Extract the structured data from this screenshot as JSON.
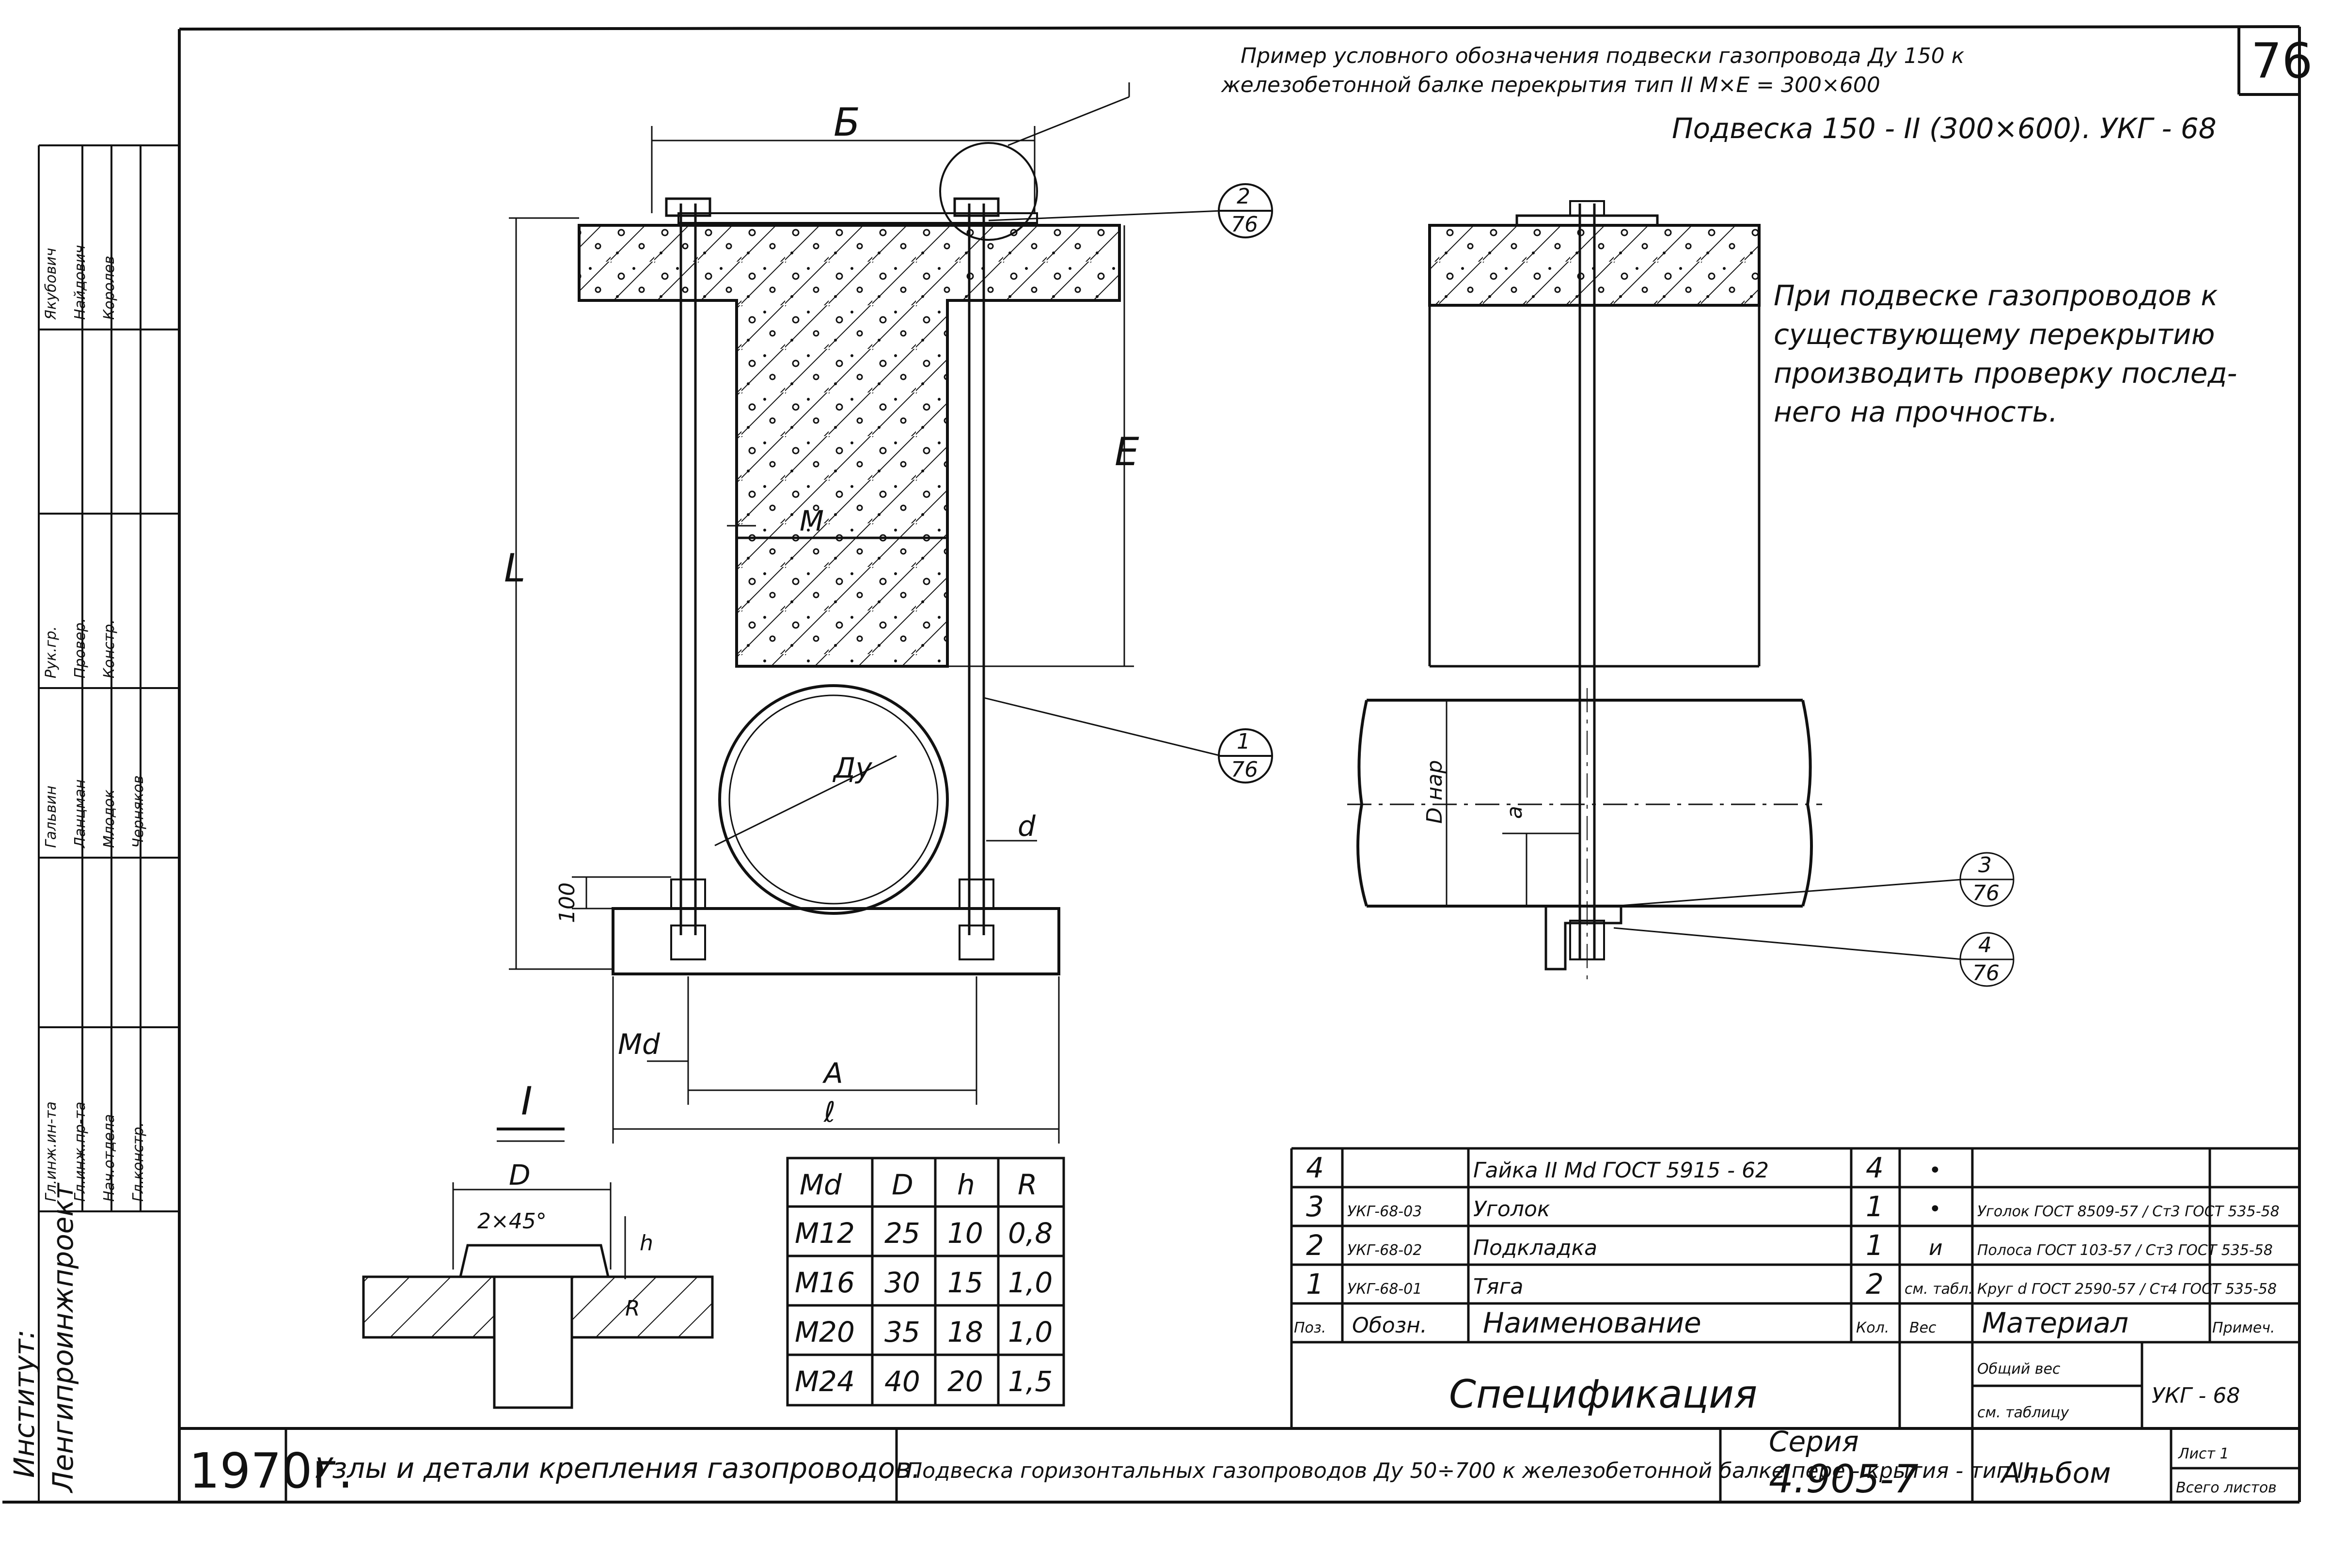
{
  "sheet": {
    "sheet_number": "76",
    "example_title_line1": "Пример условного обозначения подвески газопровода Ду 150 к",
    "example_title_line2": "железобетонной балке перекрытия тип II  М×Е = 300×600",
    "example_designation": "Подвеска 150 - II (300×600). УКГ - 68",
    "note_line1": "При подвеске газопроводов к",
    "note_line2": "существующему перекрытию",
    "note_line3": "производить проверку послед-",
    "note_line4": "него на прочность."
  },
  "main_view": {
    "dim_B": "Б",
    "dim_L": "L",
    "dim_E": "Е",
    "label_M": "М",
    "label_Dy": "Ду",
    "label_d": "d",
    "dim_100": "100",
    "dim_Md": "Md",
    "dim_A": "А",
    "dim_l": "ℓ",
    "section_mark": "I",
    "callout_top": {
      "num": "2",
      "sheet": "76"
    },
    "callout_rod": {
      "num": "1",
      "sheet": "76"
    }
  },
  "side_view": {
    "label_D": "D нар",
    "label_a": "а",
    "callout_3": {
      "num": "3",
      "sheet": "76"
    },
    "callout_4": {
      "num": "4",
      "sheet": "76"
    }
  },
  "detail_I": {
    "title": "I",
    "label_D": "D",
    "chamfer": "2×45°",
    "label_h": "h",
    "label_R": "R"
  },
  "size_table": {
    "headers": [
      "Md",
      "D",
      "h",
      "R"
    ],
    "rows": [
      [
        "M12",
        "25",
        "10",
        "0,8"
      ],
      [
        "M16",
        "30",
        "15",
        "1,0"
      ],
      [
        "M20",
        "35",
        "18",
        "1,0"
      ],
      [
        "M24",
        "40",
        "20",
        "1,5"
      ]
    ]
  },
  "spec_table": {
    "rows": [
      {
        "pos": "4",
        "code": "",
        "name": "Гайка II Md ГОСТ 5915 - 62",
        "qty": "4",
        "mass": "•",
        "material": ""
      },
      {
        "pos": "3",
        "code": "УКГ-68-03",
        "name": "Уголок",
        "qty": "1",
        "mass": "•",
        "material": "Уголок ГОСТ 8509-57 / Ст3 ГОСТ 535-58"
      },
      {
        "pos": "2",
        "code": "УКГ-68-02",
        "name": "Подкладка",
        "qty": "1",
        "mass": "и",
        "material": "Полоса ГОСТ 103-57 / Ст3 ГОСТ 535-58"
      },
      {
        "pos": "1",
        "code": "УКГ-68-01",
        "name": "Тяга",
        "qty": "2",
        "mass": "см. табл.",
        "material": "Круг d ГОСТ 2590-57 / Ст4 ГОСТ 535-58"
      }
    ],
    "header": {
      "pos": "Поз.",
      "code": "Обозн.",
      "name": "Наименование",
      "qty": "Кол.",
      "mass": "Вес",
      "material": "Материал",
      "note": "Примеч."
    },
    "title": "Спецификация",
    "total_weight_1": "Общий вес",
    "total_weight_2": "см. таблицу",
    "doc_code": "УКГ - 68"
  },
  "title_block": {
    "year": "1970г.",
    "section": "Узлы и детали крепления газопроводов.",
    "title": "Подвеска горизонтальных газопроводов Ду 50÷700 к железобетонной балке пере - крытия - тип II.",
    "series_label": "Серия",
    "series": "4.905-7",
    "album": "Альбом",
    "sheet_label": "Лист 1",
    "total_label": "Всего листов"
  },
  "stamp": {
    "institute_1": "Институт:",
    "institute_2": "Ленгипроинжпроект",
    "roles": [
      "Гл.инж.ин-та",
      "Гл.инж.пр-та",
      "Нач.отдела",
      "Гл.констр.",
      "Рук.гр.",
      "Провер.",
      "Констр."
    ],
    "names": [
      "Гальвин",
      "Ланцман",
      "Млодок",
      "Черняков",
      "Якубович",
      "Найдович",
      "Королев"
    ]
  }
}
